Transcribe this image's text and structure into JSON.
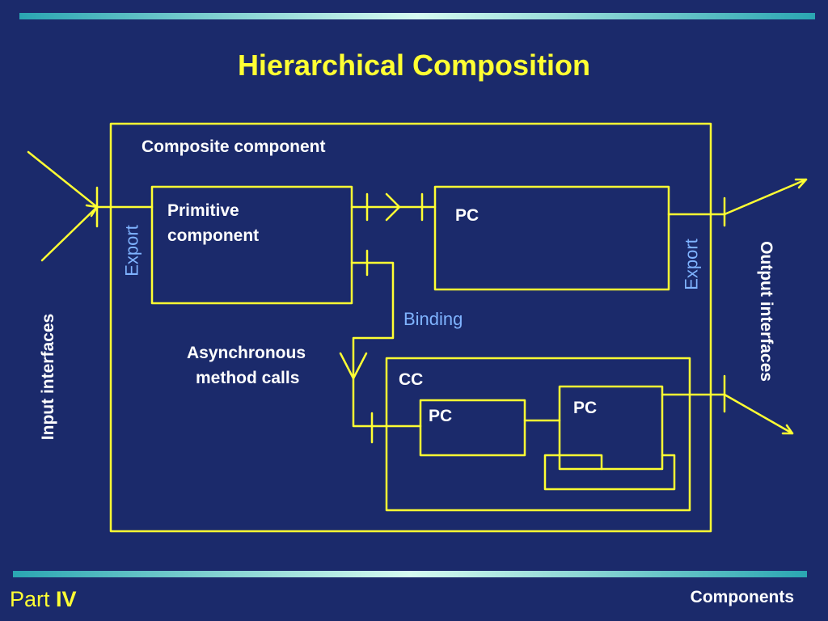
{
  "slide": {
    "title": "Hierarchical Composition",
    "footer_part_prefix": "Part",
    "footer_part_number": "IV",
    "footer_section": "Components"
  },
  "diagram": {
    "composite_label": "Composite component",
    "primitive_label_line1": "Primitive",
    "primitive_label_line2": "component",
    "pc_top_label": "PC",
    "cc_label": "CC",
    "pc_inner_left_label": "PC",
    "pc_inner_right_label": "PC",
    "export_left_label": "Export",
    "export_right_label": "Export",
    "binding_label": "Binding",
    "async_line1": "Asynchronous",
    "async_line2": "method calls",
    "input_label": "Input interfaces",
    "output_label": "Output interfaces"
  },
  "colors": {
    "background": "#1b2a6b",
    "lines": "#ffff33",
    "title": "#ffff33",
    "labels": "#ffffff",
    "accent_labels": "#7fb3ff"
  }
}
